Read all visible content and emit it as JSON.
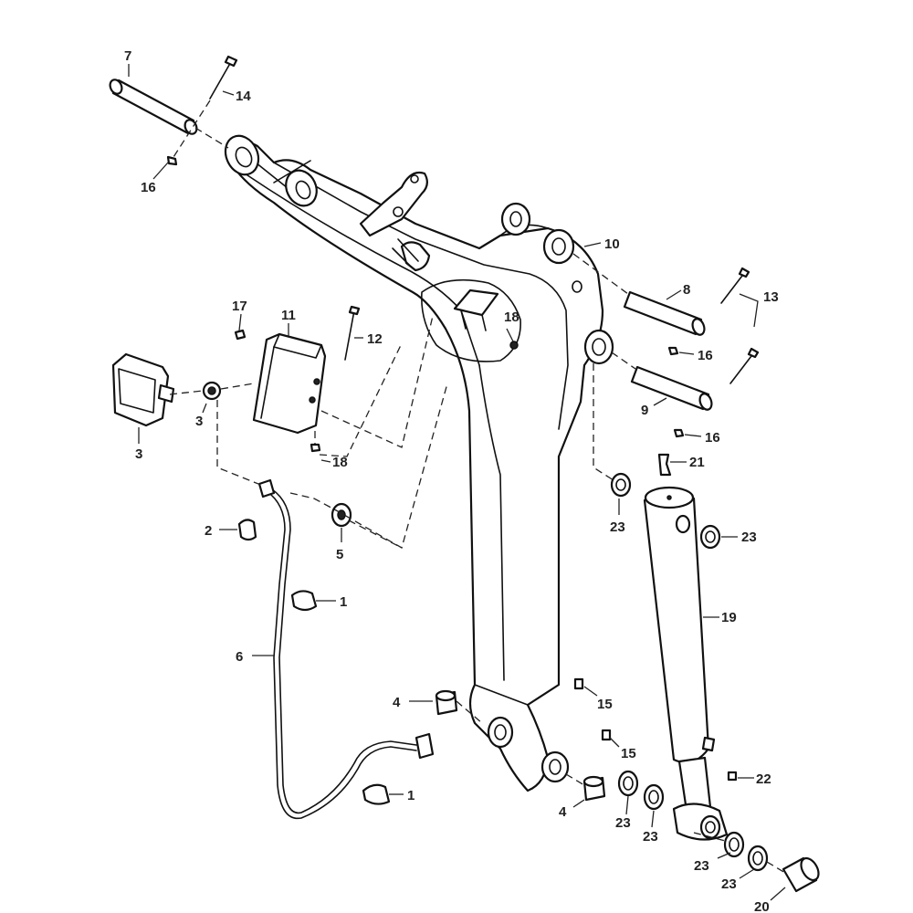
{
  "diagram": {
    "type": "exploded-parts-diagram",
    "colors": {
      "line": "#111111",
      "background": "#ffffff"
    },
    "callouts": [
      {
        "id": "c7",
        "text": "7"
      },
      {
        "id": "c14",
        "text": "14"
      },
      {
        "id": "c16a",
        "text": "16"
      },
      {
        "id": "c10",
        "text": "10"
      },
      {
        "id": "c8",
        "text": "8"
      },
      {
        "id": "c13",
        "text": "13"
      },
      {
        "id": "c16b",
        "text": "16"
      },
      {
        "id": "c9",
        "text": "9"
      },
      {
        "id": "c16c",
        "text": "16"
      },
      {
        "id": "c17",
        "text": "17"
      },
      {
        "id": "c11",
        "text": "11"
      },
      {
        "id": "c12",
        "text": "12"
      },
      {
        "id": "c18a",
        "text": "18"
      },
      {
        "id": "c18b",
        "text": "18"
      },
      {
        "id": "c3a",
        "text": "3"
      },
      {
        "id": "c3b",
        "text": "3"
      },
      {
        "id": "c21",
        "text": "21"
      },
      {
        "id": "c23a",
        "text": "23"
      },
      {
        "id": "c23b",
        "text": "23"
      },
      {
        "id": "c2",
        "text": "2"
      },
      {
        "id": "c5",
        "text": "5"
      },
      {
        "id": "c1a",
        "text": "1"
      },
      {
        "id": "c19",
        "text": "19"
      },
      {
        "id": "c6",
        "text": "6"
      },
      {
        "id": "c4a",
        "text": "4"
      },
      {
        "id": "c15a",
        "text": "15"
      },
      {
        "id": "c15b",
        "text": "15"
      },
      {
        "id": "c22",
        "text": "22"
      },
      {
        "id": "c1b",
        "text": "1"
      },
      {
        "id": "c4b",
        "text": "4"
      },
      {
        "id": "c23c",
        "text": "23"
      },
      {
        "id": "c23d",
        "text": "23"
      },
      {
        "id": "c23e",
        "text": "23"
      },
      {
        "id": "c23f",
        "text": "23"
      },
      {
        "id": "c20",
        "text": "20"
      }
    ]
  }
}
